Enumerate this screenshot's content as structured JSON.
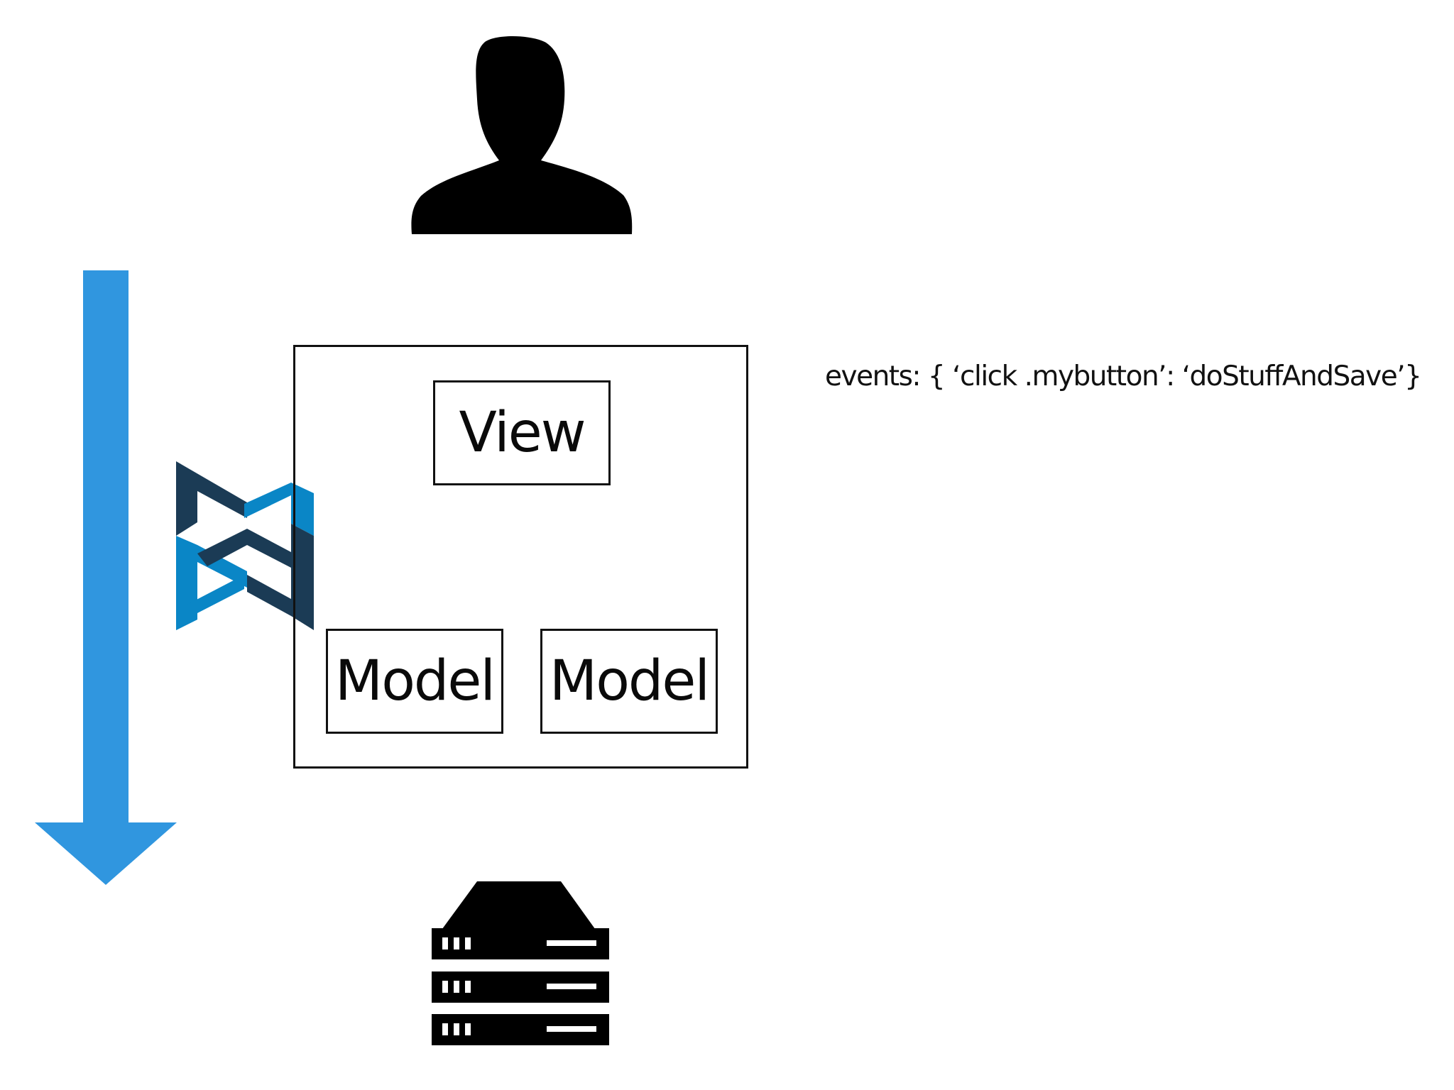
{
  "diagram": {
    "view_label": "View",
    "model_labels": [
      "Model",
      "Model"
    ],
    "events_text": "events: { ‘click .mybutton’: ‘doStuffAndSave’}"
  },
  "icons": {
    "user": "user-silhouette-icon",
    "logo": "backbone-logo-icon",
    "server": "server-rack-icon",
    "arrow": "down-arrow-icon"
  },
  "colors": {
    "arrow": "#3096df",
    "logo_light": "#0a86c6",
    "logo_dark": "#1b3b55",
    "ink": "#000000"
  }
}
